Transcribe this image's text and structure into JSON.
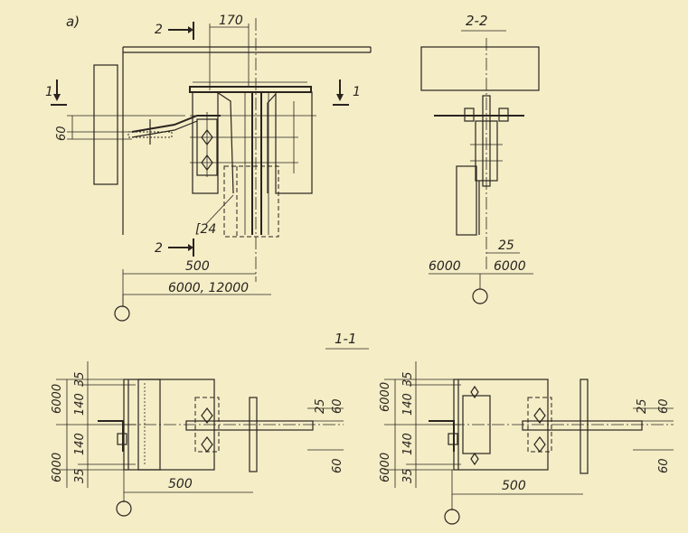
{
  "colors": {
    "paper": "#f4edc6",
    "ink": "#2a2420"
  },
  "view_a": {
    "marker": "a)",
    "section_2_top": "2",
    "section_2_bottom": "2",
    "section_1_left": "1",
    "section_1_right": "1",
    "dim_170": "170",
    "dim_60": "60",
    "channel": "[24",
    "dim_500": "500",
    "dim_span": "6000, 12000"
  },
  "view_22": {
    "title": "2-2",
    "dim_25": "25",
    "dim_left": "6000",
    "dim_right": "6000"
  },
  "view_11_title": "1-1",
  "view_11_left": {
    "d6000_top": "6000",
    "d35_top": "35",
    "d140_top": "140",
    "d140_bot": "140",
    "d6000_bot": "6000",
    "d35_bot": "35",
    "d25": "25",
    "d60_top": "60",
    "d60_bot": "60",
    "d500": "500"
  },
  "view_11_right": {
    "d6000_top": "6000",
    "d35_top": "35",
    "d140_top": "140",
    "d140_bot": "140",
    "d6000_bot": "6000",
    "d35_bot": "35",
    "d25": "25",
    "d60_top": "60",
    "d60_bot": "60",
    "d500": "500"
  }
}
